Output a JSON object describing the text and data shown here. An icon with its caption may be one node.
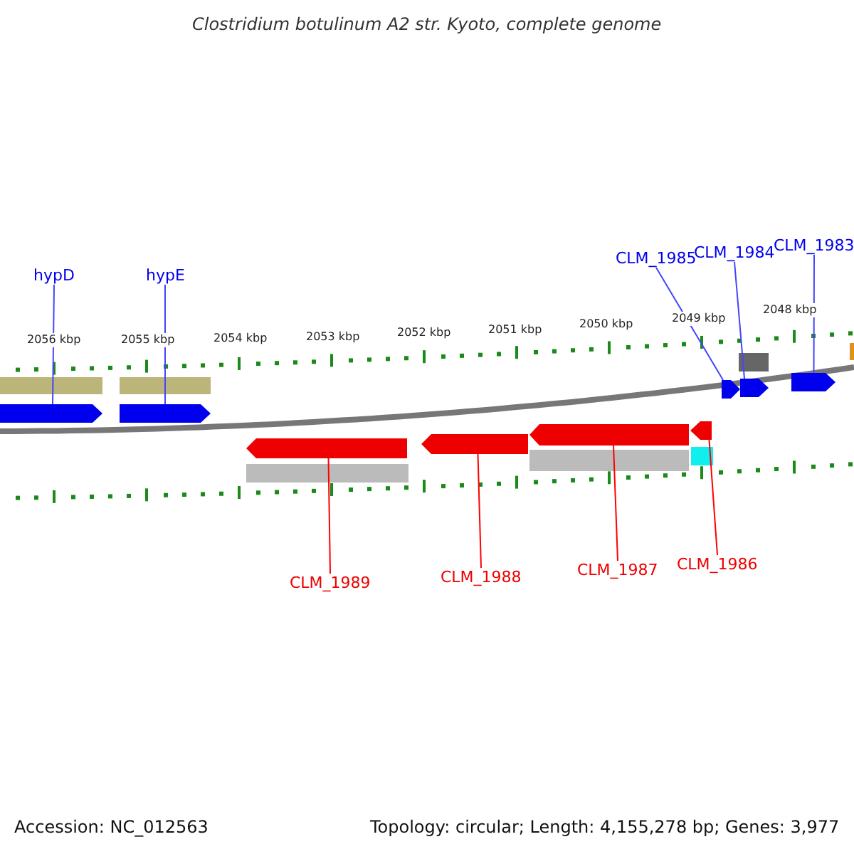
{
  "diagram": {
    "title": "Clostridium botulinum A2 str. Kyoto, complete genome",
    "nodes": [
      {
        "text": [
          "hypD"
        ]
      },
      {
        "text": [
          "hypE"
        ]
      },
      {
        "text": [
          "CLM_1985"
        ]
      },
      {
        "text": [
          "CLM_1984"
        ]
      },
      {
        "text": [
          "CLM_1983"
        ]
      },
      {
        "text": [
          "CLM_1989"
        ]
      },
      {
        "text": [
          "CLM_1988"
        ]
      },
      {
        "text": [
          "CLM_1987"
        ]
      },
      {
        "text": [
          "CLM_1986"
        ]
      },
      {
        "text": [],
        "shape": "bar"
      },
      {
        "text": [],
        "shape": "bar"
      },
      {
        "text": [],
        "shape": "bar"
      },
      {
        "text": [],
        "shape": "bar"
      },
      {
        "text": [],
        "shape": "bar"
      },
      {
        "text": [],
        "shape": "bar"
      },
      {
        "text": [],
        "shape": "bar"
      },
      {
        "text": [],
        "shape": "bar"
      },
      {
        "text": [],
        "shape": "bar"
      }
    ],
    "edges": [
      {
        "from": 0,
        "to": 9,
        "arrow": "none"
      },
      {
        "from": 1,
        "to": 10,
        "arrow": "none"
      },
      {
        "from": 2,
        "to": 11,
        "arrow": "none"
      },
      {
        "from": 3,
        "to": 12,
        "arrow": "none"
      },
      {
        "from": 4,
        "to": 13,
        "arrow": "none"
      },
      {
        "from": 5,
        "to": 14,
        "arrow": "none",
        "color": "#ff0000"
      },
      {
        "from": 6,
        "to": 15,
        "arrow": "none",
        "color": "#ff0000"
      },
      {
        "from": 7,
        "to": 16,
        "arrow": "none",
        "color": "#ff0000"
      },
      {
        "from": 8,
        "to": 17,
        "arrow": "none",
        "color": "#ff0000"
      }
    ],
    "labels": [
      "2056 kbp",
      "2055 kbp",
      "2054 kbp",
      "2053 kbp",
      "2052 kbp",
      "2051 kbp",
      "2050 kbp",
      "2049 kbp",
      "2048 kbp",
      "Accession: NC_012563",
      "Topology: circular; Length: 4,155,278 bp; Genes: 3,977"
    ]
  }
}
